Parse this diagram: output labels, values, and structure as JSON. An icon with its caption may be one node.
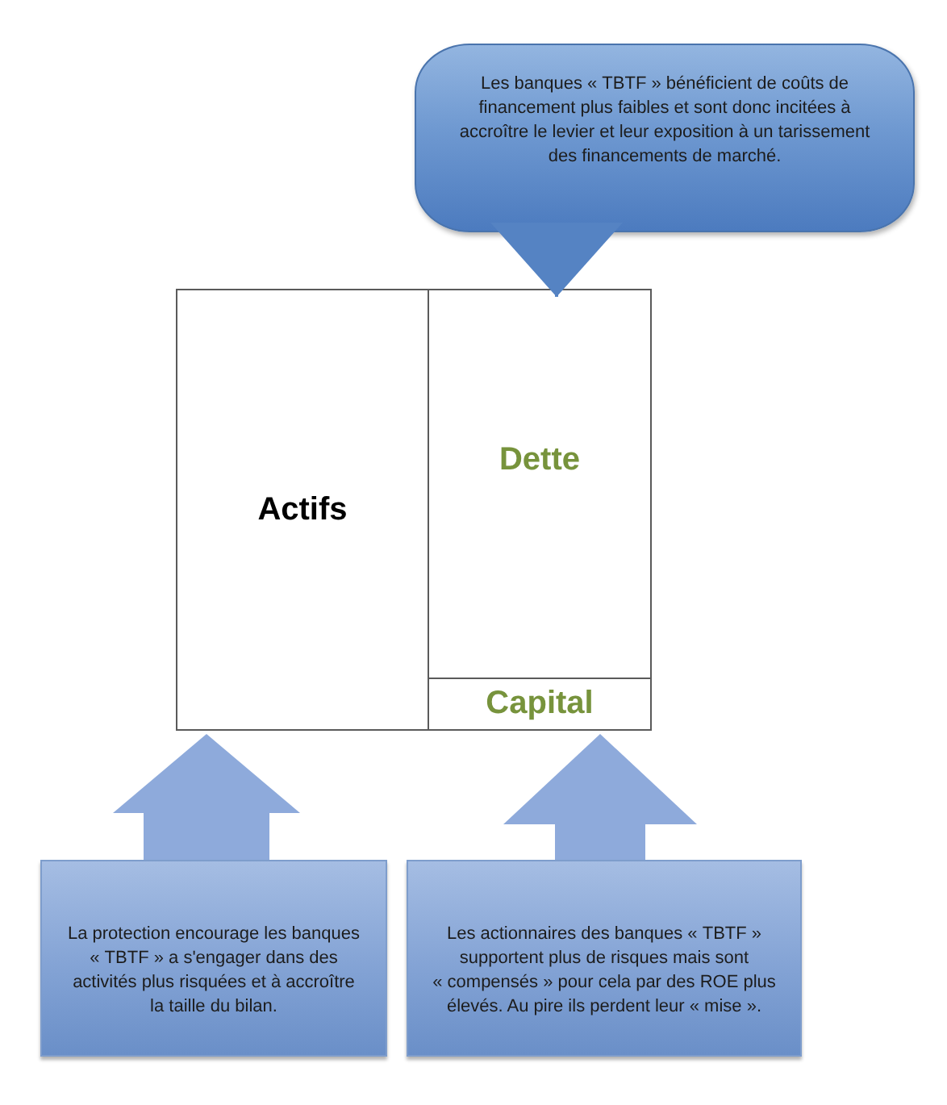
{
  "diagram": {
    "nodes": [
      {
        "text": [
          "Les banques « TBTF » bénéficient de coûts de financement plus faibles et sont donc incitées à accroître le levier et leur exposition à un tarissement des financements de marché."
        ]
      },
      {
        "text": [
          "Actifs"
        ]
      },
      {
        "text": [
          "Dette"
        ]
      },
      {
        "text": [
          "Capital"
        ]
      },
      {
        "text": [
          "La protection encourage les banques « TBTF » a s'engager dans des activités plus risquées et à accroître la taille du bilan."
        ]
      },
      {
        "text": [
          "Les actionnaires des banques « TBTF » supportent plus de risques mais sont « compensés » pour cela par des ROE plus élevés. Au pire ils perdent leur « mise »."
        ]
      }
    ],
    "edges": [
      {
        "from": 0,
        "to": 2,
        "arrow": "to"
      },
      {
        "from": 4,
        "to": 1,
        "arrow": "to"
      },
      {
        "from": 5,
        "to": 3,
        "arrow": "to"
      }
    ]
  }
}
